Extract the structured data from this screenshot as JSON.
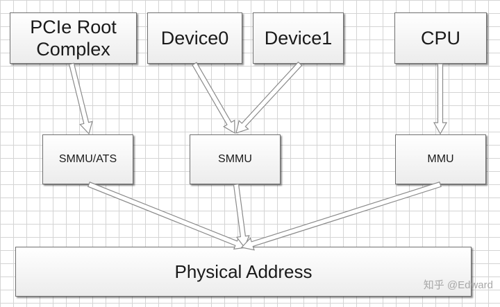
{
  "boxes": {
    "pcie": "PCIe Root Complex",
    "device0": "Device0",
    "device1": "Device1",
    "cpu": "CPU",
    "smmu_ats": "SMMU/ATS",
    "smmu": "SMMU",
    "mmu": "MMU",
    "physical": "Physical Address"
  },
  "watermark": "知乎 @Edward"
}
